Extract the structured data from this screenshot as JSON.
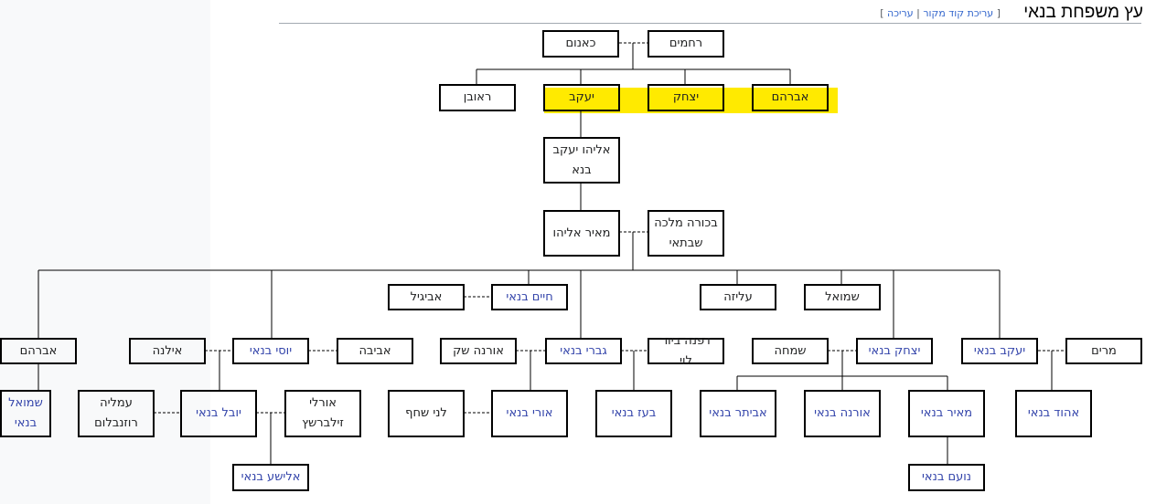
{
  "header": {
    "title": "עץ משפחת בנאי",
    "edit_source": "עריכת קוד מקור",
    "edit": "עריכה",
    "open": "[",
    "sep": "|",
    "close": "]"
  },
  "nodes": {
    "kanum": {
      "name": "כאנום",
      "link": false
    },
    "rachamim": {
      "name": "רחמים",
      "link": false
    },
    "reuven": {
      "name": "ראובן",
      "link": false
    },
    "yaakov": {
      "name": "יעקב",
      "link": false
    },
    "yitzhak": {
      "name": "יצחק",
      "link": false
    },
    "avraham": {
      "name": "אברהם",
      "link": false
    },
    "eliyahu": {
      "name": "אליהו יעקב בנא",
      "link": false
    },
    "meir_eliyahu": {
      "name": "מאיר אליהו",
      "link": false
    },
    "bechora": {
      "name": "בכורה מלכה שבתאי",
      "link": false
    },
    "avigail": {
      "name": "אביגיל",
      "link": false
    },
    "chaim": {
      "name": "חיים בנאי",
      "link": true
    },
    "aliza": {
      "name": "עליזה",
      "link": false
    },
    "shmuel": {
      "name": "שמואל",
      "link": false
    },
    "avraham2": {
      "name": "אברהם",
      "link": false
    },
    "ilana": {
      "name": "אילנה",
      "link": false
    },
    "yossi": {
      "name": "יוסי בנאי",
      "link": true
    },
    "aviva": {
      "name": "אביבה",
      "link": false
    },
    "orna_shak": {
      "name": "אורנה שק",
      "link": false
    },
    "gavri": {
      "name": "גברי בנאי",
      "link": true
    },
    "dafna": {
      "name": "דפנה ביור לוי",
      "link": false
    },
    "simcha": {
      "name": "שמחה",
      "link": false
    },
    "yitzhak_banai": {
      "name": "יצחק בנאי",
      "link": true
    },
    "yaakov_banai": {
      "name": "יעקב בנאי",
      "link": true
    },
    "miriam": {
      "name": "מרים",
      "link": false
    },
    "shmuel_banai": {
      "name": "שמואל בנאי",
      "link": true
    },
    "amalia": {
      "name": "עמליה רוזנבלום",
      "link": false
    },
    "yuval": {
      "name": "יובל בנאי",
      "link": true
    },
    "orly": {
      "name": "אורלי זילברשץ",
      "link": false
    },
    "leni": {
      "name": "לני שחף",
      "link": false
    },
    "uri": {
      "name": "אורי בנאי",
      "link": true
    },
    "boaz": {
      "name": "בעז בנאי",
      "link": true
    },
    "evyatar": {
      "name": "אביתר בנאי",
      "link": true
    },
    "orna_banai": {
      "name": "אורנה בנאי",
      "link": true
    },
    "meir_banai": {
      "name": "מאיר בנאי",
      "link": true
    },
    "ehud": {
      "name": "אהוד בנאי",
      "link": true
    },
    "elisha": {
      "name": "אלישע בנאי",
      "link": true
    },
    "noam": {
      "name": "נועם בנאי",
      "link": true
    }
  },
  "colors": {
    "highlight": "#ffea00",
    "link": "#3344aa"
  }
}
